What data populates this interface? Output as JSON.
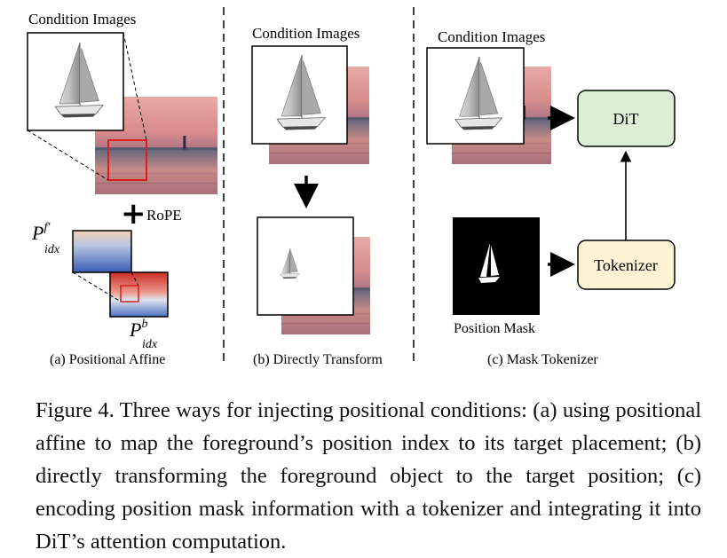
{
  "panel_a": {
    "condition_label": "Condition Images",
    "rope_label": "RoPE",
    "p_front": "P",
    "p_front_sup": "f′",
    "p_front_sub": "idx",
    "p_back": "P",
    "p_back_sup": "b",
    "p_back_sub": "idx",
    "sub_caption": "(a) Positional Affine"
  },
  "panel_b": {
    "condition_label": "Condition Images",
    "sub_caption": "(b) Directly Transform"
  },
  "panel_c": {
    "condition_label": "Condition Images",
    "dit_label": "DiT",
    "tokenizer_label": "Tokenizer",
    "mask_label": "Position Mask",
    "sub_caption": "(c) Mask Tokenizer"
  },
  "caption": "Figure 4. Three ways for injecting positional conditions: (a) using positional affine to map the foreground’s position index to its target placement; (b) directly transforming the foreground object to the target position; (c) encoding position mask information with a tokenizer and integrating it into DiT’s attention computation.",
  "colors": {
    "dit_fill": "#dbefd7",
    "tokenizer_fill": "#fdf3d2",
    "highlight_red": "#d62020"
  }
}
